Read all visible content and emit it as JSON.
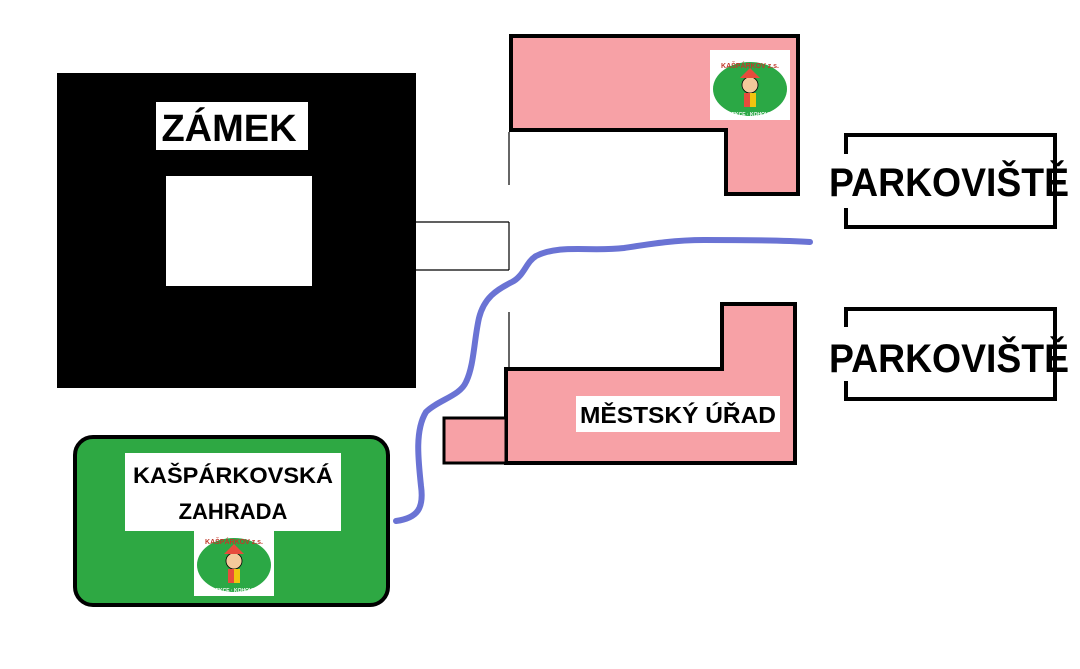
{
  "labels": {
    "castle": "ZÁMEK",
    "parking_top": "PARKOVIŠTĚ",
    "parking_bottom": "PARKOVIŠTĚ",
    "town_hall": "MĚSTSKÝ ÚŘAD",
    "garden_line1": "KAŠPÁRKOVSKÁ",
    "garden_line2": "ZAHRADA"
  },
  "logo": {
    "text_top": "KAŠPÁRKOV z.s.",
    "text_bottom": "KOLEKCE · KOHOUTOV"
  },
  "colors": {
    "building": "#f7a1a6",
    "garden": "#2ea843",
    "route": "#6a73d4",
    "outline": "#000000",
    "logo_green": "#2ba845"
  }
}
